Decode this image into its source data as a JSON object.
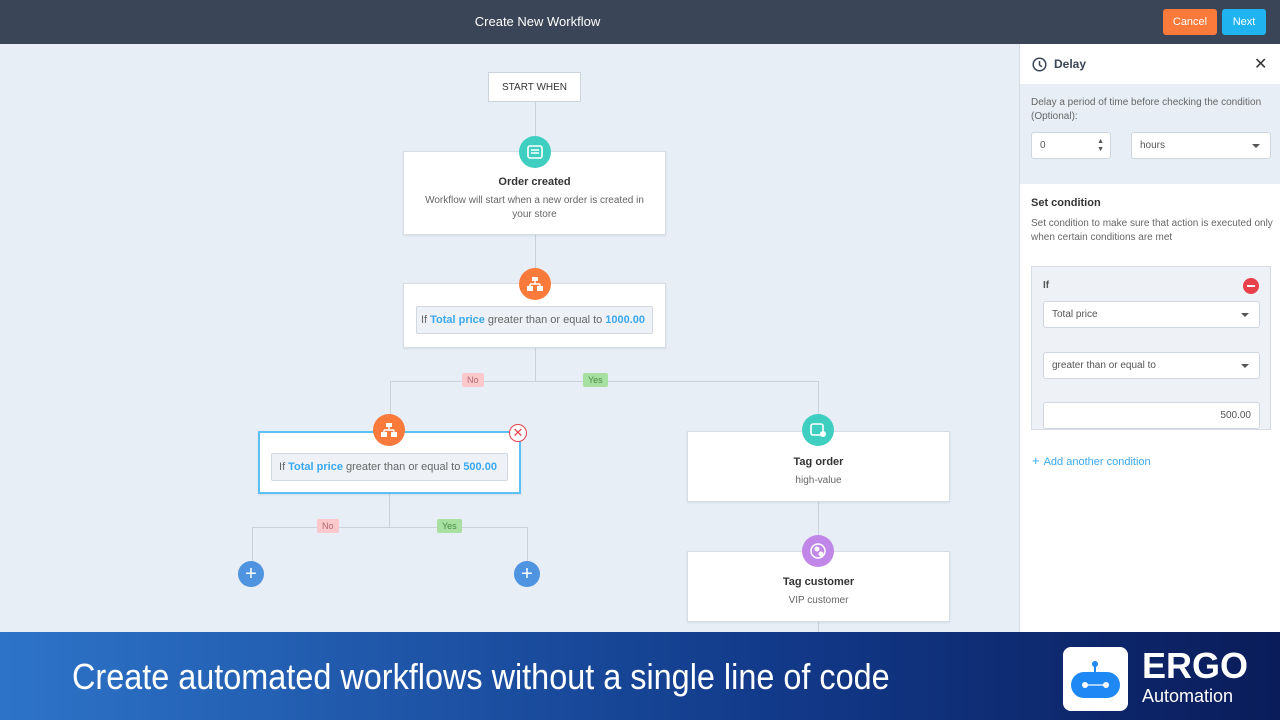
{
  "header": {
    "title": "Create New Workflow",
    "cancel": "Cancel",
    "next": "Next"
  },
  "canvas": {
    "start": "START WHEN",
    "trigger": {
      "title": "Order created",
      "desc": "Workflow will start when a new order is created in your store"
    },
    "cond1": {
      "prefix": "If",
      "field": "Total price",
      "op": "greater than or equal to",
      "value": "1000.00"
    },
    "cond2": {
      "prefix": "If",
      "field": "Total price",
      "op": "greater than or equal to",
      "value": "500.00"
    },
    "no": "No",
    "yes": "Yes",
    "tag_order": {
      "title": "Tag order",
      "desc": "high-value"
    },
    "tag_customer": {
      "title": "Tag customer",
      "desc": "VIP customer"
    }
  },
  "panel": {
    "title": "Delay",
    "delay_desc": "Delay a period of time before checking the condition (Optional):",
    "delay_value": "0",
    "delay_unit": "hours",
    "set_title": "Set condition",
    "set_desc": "Set condition to make sure that action is executed only when certain conditions are met",
    "if": "If",
    "field": "Total price",
    "operator": "greater than or equal to",
    "value": "500.00",
    "add": "Add another condition"
  },
  "banner": {
    "tagline": "Create automated workflows without a single line of code",
    "logo_name": "ERGO",
    "logo_sub": "Automation"
  },
  "colors": {
    "orange": "#f97a3a",
    "teal": "#3fcfc0",
    "purple": "#c187e8",
    "blue": "#1fb3f0"
  }
}
